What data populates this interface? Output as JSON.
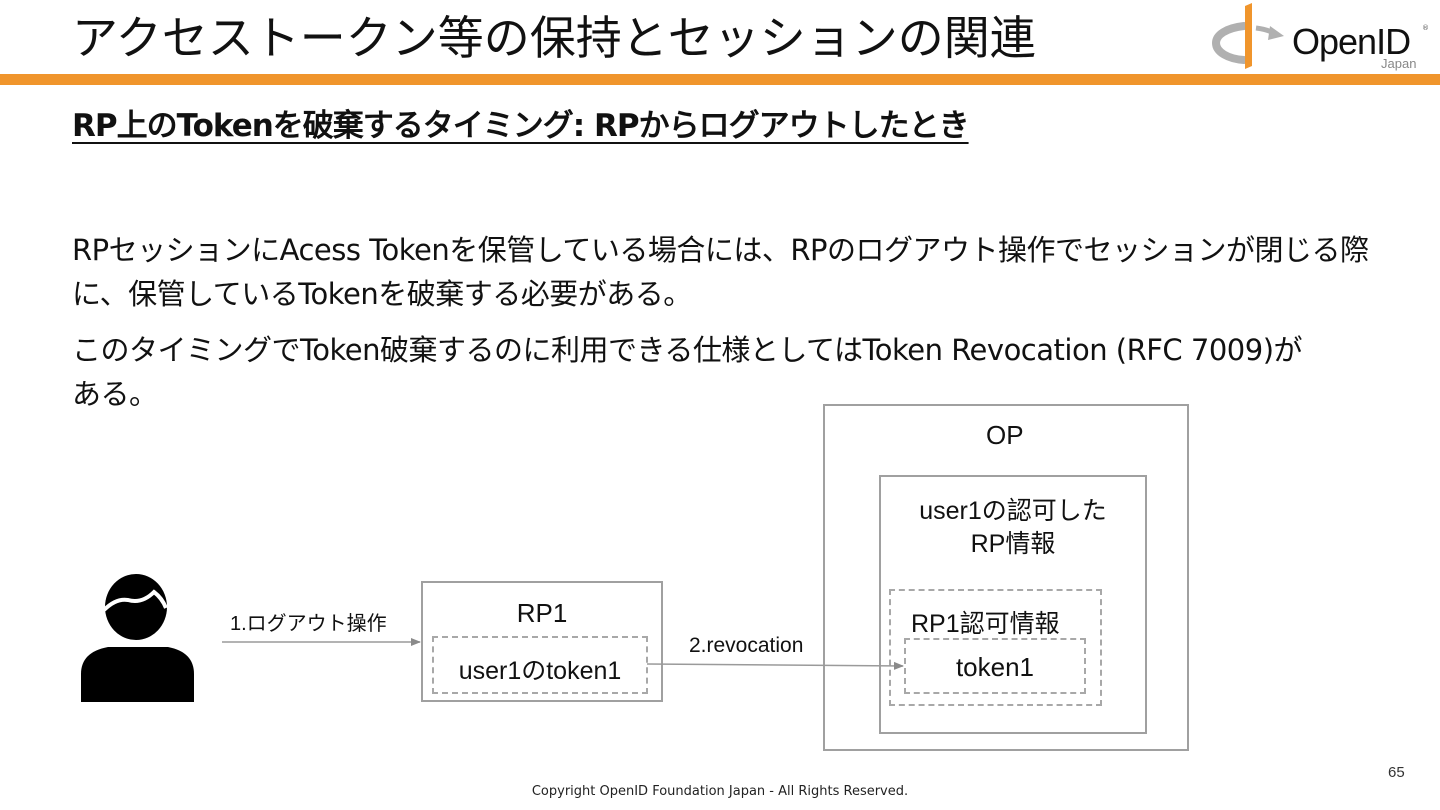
{
  "slide": {
    "title": "アクセストークン等の保持とセッションの関連",
    "subtitle": "RP上のTokenを破棄するタイミング: RPからログアウトしたとき",
    "paragraphs": [
      "RPセッションにAcess Tokenを保管している場合には、RPのログアウト操作でセッションが閉じる際に、保管しているTokenを破棄する必要がある。",
      "このタイミングでToken破棄するのに利用できる仕様としてはToken Revocation (RFC 7009)がある。"
    ],
    "page_number": "65",
    "footer": "Copyright OpenID Foundation Japan - All Rights Reserved."
  },
  "logo": {
    "name": "openid-logo",
    "word": "OpenID",
    "sub": "Japan",
    "reg": "®",
    "colors": {
      "orange": "#f0952c",
      "gray": "#b0b0b0",
      "dark": "#4a4a4a"
    }
  },
  "diagram": {
    "user_icon": "user-silhouette-icon",
    "arrow1_label": "1.ログアウト操作",
    "rp1_label": "RP1",
    "rp1_token_label": "user1のtoken1",
    "arrow2_label": "2.revocation",
    "op_label": "OP",
    "op_info_label_line1": "user1の認可した",
    "op_info_label_line2": "RP情報",
    "rp1_auth_label": "RP1認可情報",
    "token_label": "token1"
  },
  "colors": {
    "accent_bar": "#f0952c",
    "box_border": "#a0a0a0",
    "arrow": "#9a9a9a"
  }
}
